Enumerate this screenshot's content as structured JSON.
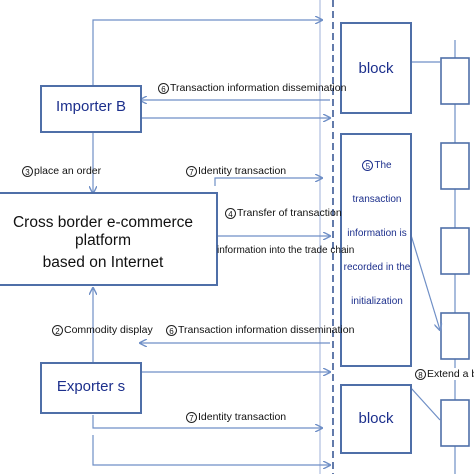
{
  "nodes": {
    "importer": "Importer B",
    "platform_line1": "Cross border e-commerce platform",
    "platform_line2": "based on Internet",
    "exporter": "Exporter s",
    "block_top": "block",
    "block_bottom": "block",
    "recorded_num": "5",
    "recorded_text": [
      "The",
      "transaction",
      "information is",
      "recorded in the",
      "initialization"
    ]
  },
  "edges": {
    "e6_top_num": "6",
    "e6_top_text": "Transaction information dissemination",
    "e3_num": "3",
    "e3_text": "place an order",
    "e7_top_num": "7",
    "e7_top_text": "Identity transaction",
    "e4_num": "4",
    "e4_line1": "Transfer of transaction",
    "e4_line2": "information into the trade chain",
    "e2_num": "2",
    "e2_text": "Commodity display",
    "e6_bot_num": "6",
    "e6_bot_text": "Transaction information dissemination",
    "e8_num": "8",
    "e8_text": "Extend a blo",
    "e7_bot_num": "7",
    "e7_bot_text": "Identity transaction"
  },
  "colors": {
    "box_border": "#4f6fa8",
    "arrow": "#6f8fc6",
    "text_blue": "#1c2f8c",
    "dash": "#3c5a96"
  }
}
